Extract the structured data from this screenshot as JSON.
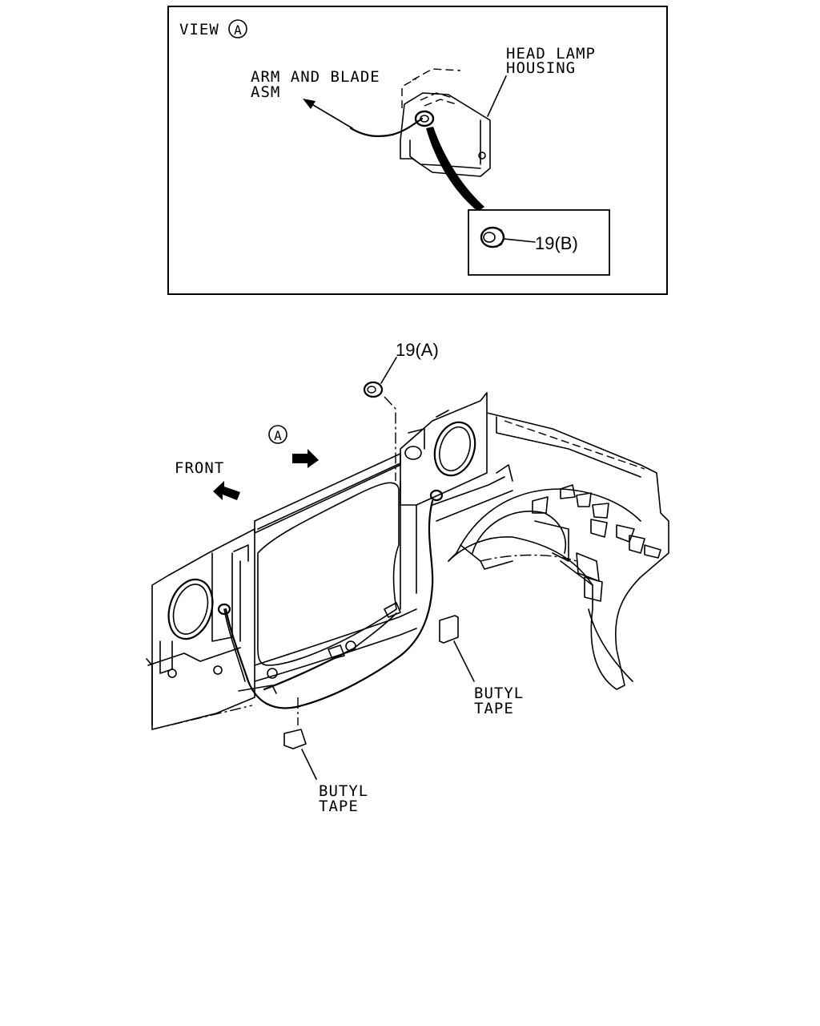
{
  "view_box": {
    "title": "VIEW",
    "circle_letter": "A",
    "label_arm_line1": "ARM AND BLADE",
    "label_arm_line2": "ASM",
    "label_housing_line1": "HEAD LAMP",
    "label_housing_line2": "HOUSING",
    "inset_part": "19(B)"
  },
  "main_view": {
    "part_top": "19(A)",
    "view_marker_letter": "A",
    "front_label": "FRONT",
    "tape_right_line1": "BUTYL",
    "tape_right_line2": "TAPE",
    "tape_left_line1": "BUTYL",
    "tape_left_line2": "TAPE"
  }
}
